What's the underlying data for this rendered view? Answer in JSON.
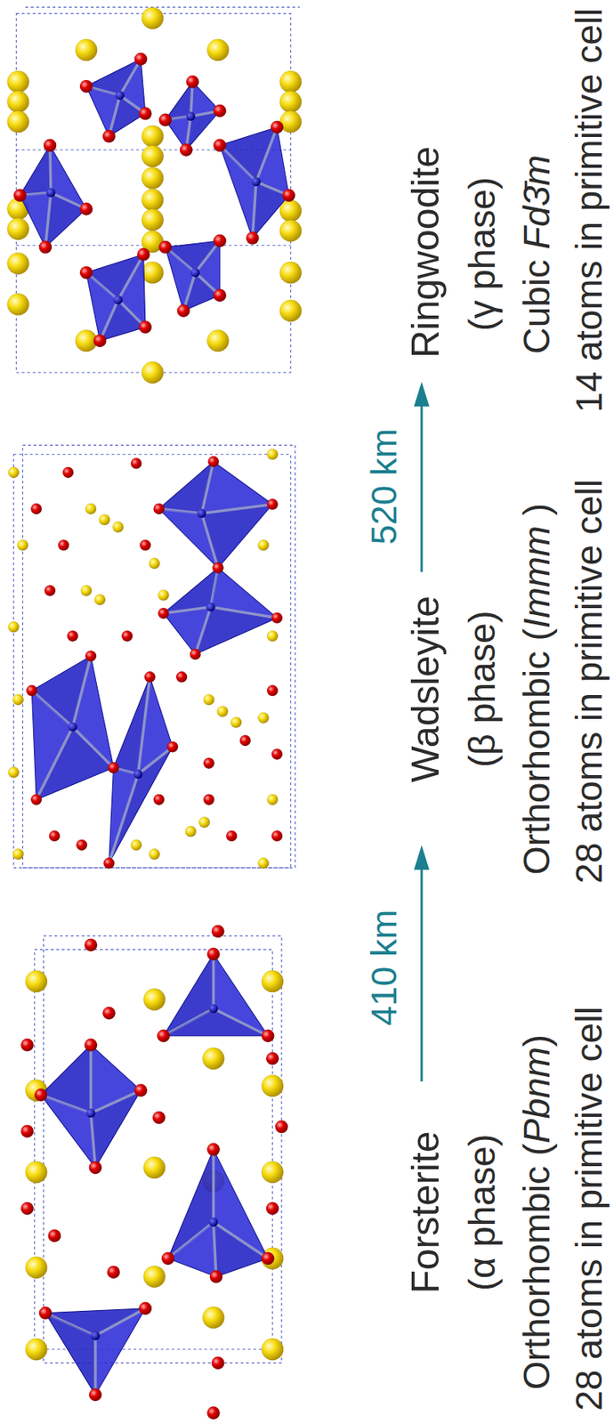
{
  "diagram": {
    "labels": [
      "Forsterite",
      "(α phase)",
      "Orthorhombic (Pbnm)",
      "28 atoms in primitive cell",
      "410 km",
      "Wadsleyite",
      "(β phase)",
      "Orthorhombic (Immm )",
      "28 atoms in primitive cell",
      "520 km",
      "Ringwoodite",
      "(γ phase)",
      "Cubic Fd3̄m",
      "14 atoms in primitive cell"
    ]
  }
}
